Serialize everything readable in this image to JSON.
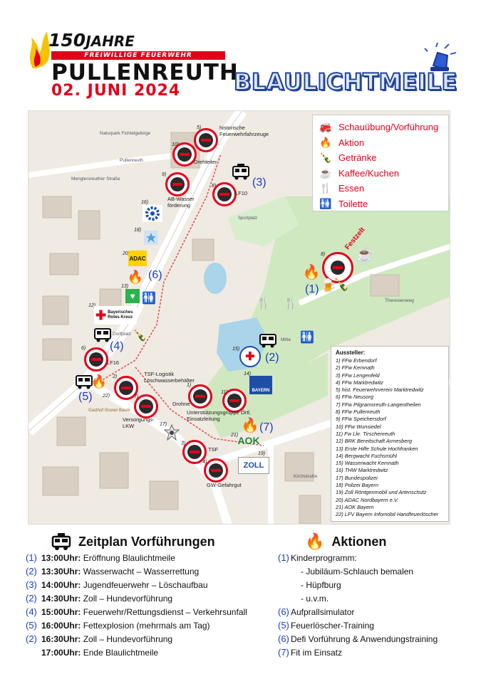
{
  "header": {
    "years_num": "150",
    "years_word": "JAHRE",
    "ribbon": "FREIWILLIGE FEUERWEHR",
    "town": "PULLENREUTH",
    "date": "02. JUNI 2024",
    "event": "BLAULICHTMEILE"
  },
  "legend": [
    {
      "icon": "truck-icon",
      "glyph": "🚒",
      "label": "Schauübung/Vorführung"
    },
    {
      "icon": "flame-icon",
      "glyph": "🔥",
      "label": "Aktion"
    },
    {
      "icon": "bottle-icon",
      "glyph": "🍾",
      "label": "Getränke"
    },
    {
      "icon": "coffee-icon",
      "glyph": "☕",
      "label": "Kaffee/Kuchen"
    },
    {
      "icon": "cutlery-icon",
      "glyph": "🍴",
      "label": "Essen"
    },
    {
      "icon": "toilet-icon",
      "glyph": "🚻",
      "label": "Toilette"
    }
  ],
  "map": {
    "street_labels": [
      "Naturpark Fichtelgebirge",
      "Pullenreuth",
      "Menglersreuther Straße",
      "Theresienweg",
      "Mitte",
      "Kirchstraße",
      "Dorfplatz",
      "Sportplatz",
      "Gasthof Gruner Baum"
    ],
    "stations": [
      {
        "n": "5)",
        "label": "historische Feuerwehrfahrzeuge"
      },
      {
        "n": "10)",
        "label": "Drehleiter"
      },
      {
        "n": "9)",
        "label": "AB-Wasser förderung"
      },
      {
        "n": "8)",
        "label": "LF10"
      },
      {
        "n": "16)",
        "label": ""
      },
      {
        "n": "18)",
        "label": ""
      },
      {
        "n": "20)",
        "label": ""
      },
      {
        "n": "13)",
        "label": ""
      },
      {
        "n": "12)",
        "label": "Bayerisches Rotes Kreuz"
      },
      {
        "n": "6)",
        "label": "LF16"
      },
      {
        "n": "22)",
        "label": ""
      },
      {
        "n": "2)",
        "label": "TSF-Logistik Löschwasserbehälter"
      },
      {
        "n": "7)",
        "label": "Versorgungs-LKW"
      },
      {
        "n": "1)",
        "label": "Drohne"
      },
      {
        "n": "11)",
        "label": "Unterstützungsgruppe Örtl. Einsatzleitung"
      },
      {
        "n": "17)",
        "label": ""
      },
      {
        "n": "3)",
        "label": "TSF"
      },
      {
        "n": "4)",
        "label": "GW-Gefahrgut"
      },
      {
        "n": "15)",
        "label": ""
      },
      {
        "n": "14)",
        "label": ""
      },
      {
        "n": "21)",
        "label": ""
      },
      {
        "n": "19)",
        "label": ""
      },
      {
        "n": "8)",
        "label": ""
      }
    ],
    "blue_numbers": [
      "(3)",
      "(6)",
      "(1)",
      "(4)",
      "(5)",
      "(2)",
      "(7)"
    ],
    "badges": {
      "adac": "ADAC",
      "brk": "Bayerisches Rotes Kreuz",
      "aok": "AOK",
      "zoll": "ZOLL",
      "festzelt": "Festzelt",
      "bergwacht": "BAYERN"
    },
    "aussteller_title": "Aussteller:",
    "aussteller": [
      "1) FFw Erbendorf",
      "2) FFw Kemnath",
      "3) FFw Lengenfeld",
      "4) FFw Marktredwitz",
      "5) hist. Feuerwehrverein Marktredwitz",
      "6) FFw Neusorg",
      "7) FFw Pilgramsreuth-Langentheilen",
      "8) FFw Pullenreuth",
      "9) FFw Speichersdorf",
      "10) FFw Wunsiedel",
      "11) Fw Lkr. Tirschenreuth",
      "12) BRK Bereitschaft Armesberg",
      "13) Erste Hilfe Schule Hochfranken",
      "14) Bergwacht Fuchsmühl",
      "15) Wasserwacht Kemnath",
      "16) THW Marktredwitz",
      "17) Bundespolizei",
      "18) Polizei Bayern",
      "19) Zoll Röntgenmobil und Artenschutz",
      "20) ADAC Nordbayern e.V.",
      "21) AOK Bayern",
      "22) LFV Bayern Infomobil Handfeuerlöscher"
    ]
  },
  "schedule": {
    "title": "Zeitplan Vorführungen",
    "items": [
      {
        "n": "(1)",
        "time": "13:00Uhr:",
        "text": " Eröffnung Blaulichtmeile"
      },
      {
        "n": "(2)",
        "time": "13:30Uhr:",
        "text": " Wasserwacht – Wasserrettung"
      },
      {
        "n": "(3)",
        "time": "14:00Uhr:",
        "text": " Jugendfeuerwehr – Löschaufbau"
      },
      {
        "n": "(2)",
        "time": "14:30Uhr:",
        "text": " Zoll – Hundevorführung"
      },
      {
        "n": "(4)",
        "time": "15:00Uhr:",
        "text": " Feuerwehr/Rettungsdienst – Verkehrsunfall"
      },
      {
        "n": "(5)",
        "time": "16:00Uhr:",
        "text": " Fettexplosion (mehrmals am Tag)"
      },
      {
        "n": "(2)",
        "time": "16:30Uhr:",
        "text": " Zoll – Hundevorführung"
      },
      {
        "n": "",
        "time": "17:00Uhr:",
        "text": " Ende Blaulichtmeile"
      }
    ]
  },
  "actions": {
    "title": "Aktionen",
    "items": [
      {
        "n": "(1)",
        "text": "Kinderprogramm:",
        "sub": false
      },
      {
        "n": "",
        "text": "- Jubiläum-Schlauch bemalen",
        "sub": true
      },
      {
        "n": "",
        "text": "- Hüpfburg",
        "sub": true
      },
      {
        "n": "",
        "text": "- u.v.m.",
        "sub": true
      },
      {
        "n": "(6)",
        "text": "Aufprallsimulator",
        "sub": false
      },
      {
        "n": "(5)",
        "text": "Feuerlöscher-Training",
        "sub": false
      },
      {
        "n": "(6)",
        "text": "Defi Vorführung & Anwendungstraining",
        "sub": false
      },
      {
        "n": "(7)",
        "text": "Fit im Einsatz",
        "sub": false
      }
    ]
  }
}
